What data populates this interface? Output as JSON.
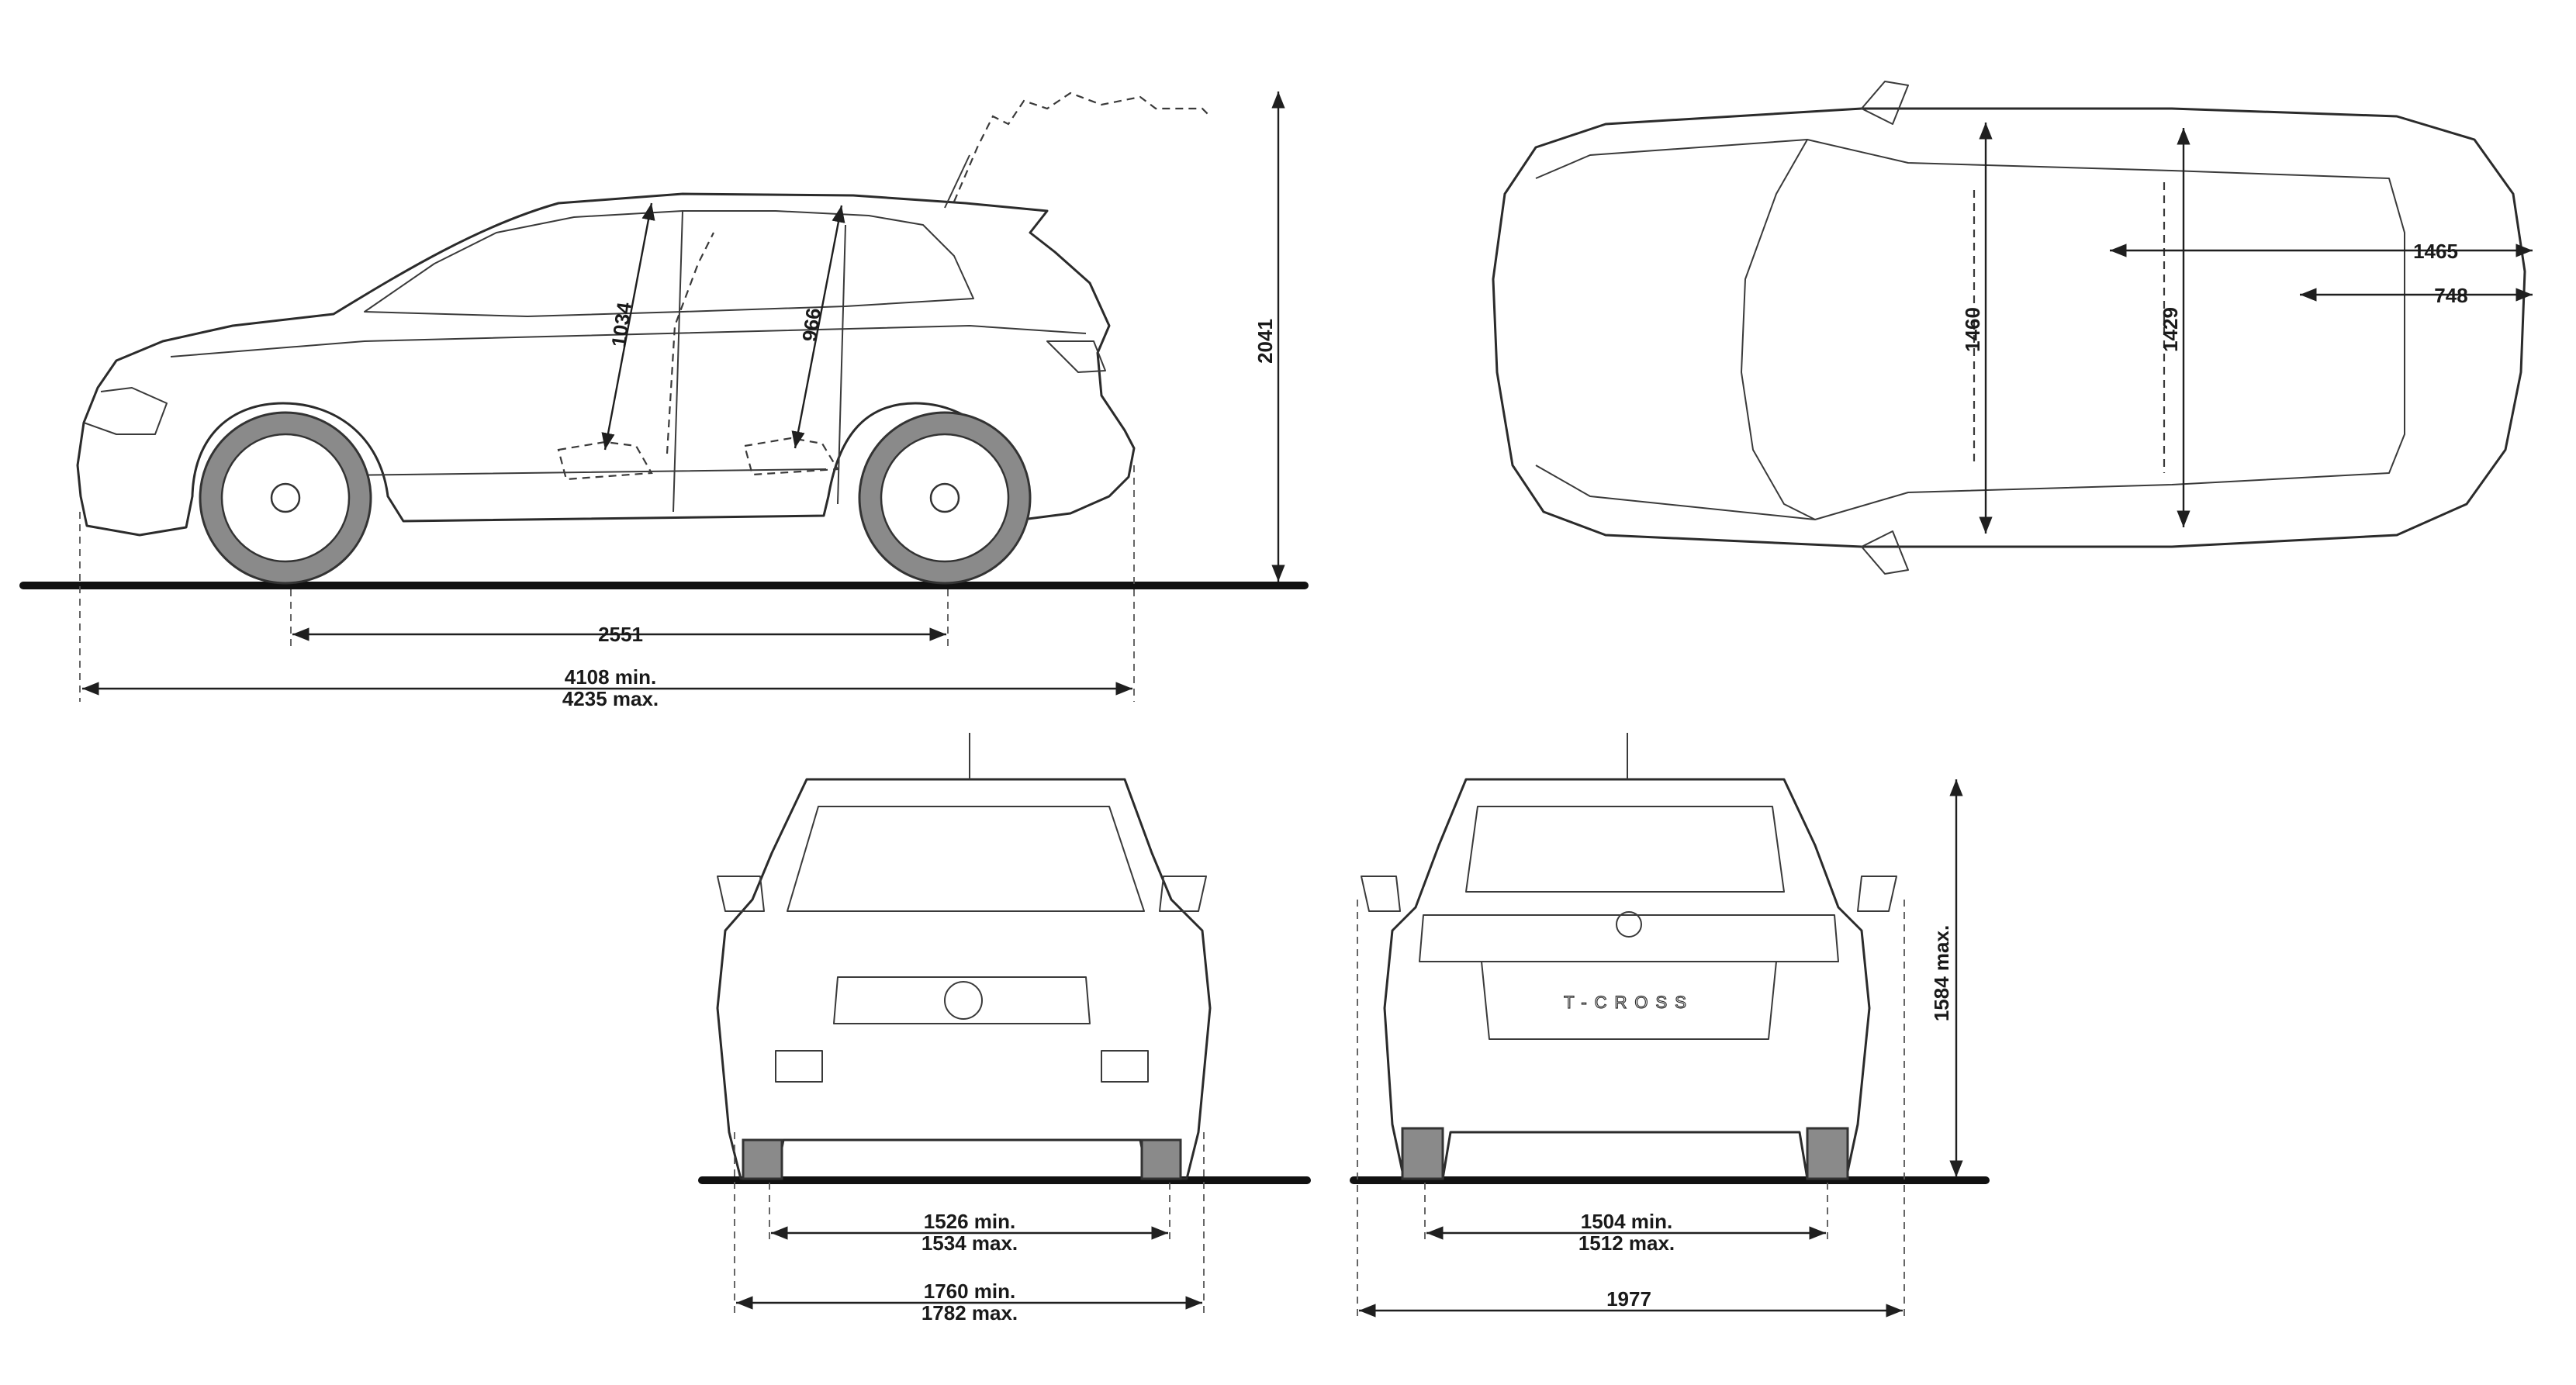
{
  "side_view": {
    "wheelbase": "2551",
    "length_min": "4108 min.",
    "length_max": "4235 max.",
    "height_open_tailgate": "2041",
    "headroom_front": "1034",
    "headroom_rear": "966"
  },
  "top_view": {
    "cargo_length_1": "1465",
    "cargo_length_2": "748",
    "shoulder_width_front": "1460",
    "shoulder_width_rear": "1429"
  },
  "front_view": {
    "track_min": "1526 min.",
    "track_max": "1534 max.",
    "width_min": "1760 min.",
    "width_max": "1782 max."
  },
  "rear_view": {
    "track_min": "1504 min.",
    "track_max": "1512 max.",
    "width_with_mirrors": "1977",
    "height_max": "1584 max.",
    "badge": "T-CROSS"
  },
  "colors": {
    "line": "#2b2b2b",
    "tyre": "#8a8a8a",
    "background": "#ffffff"
  }
}
